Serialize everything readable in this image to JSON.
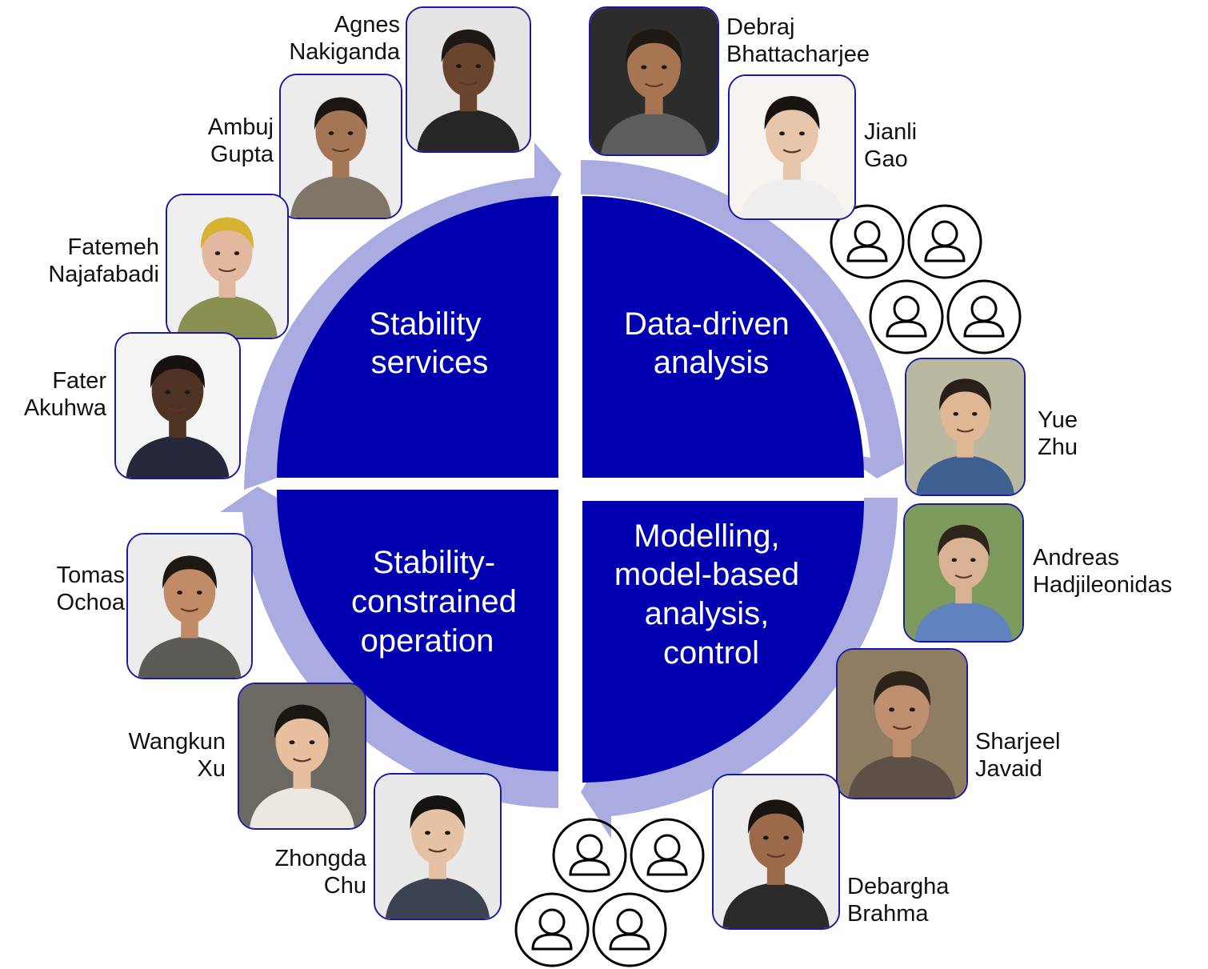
{
  "quadrants": {
    "top_left": [
      "Stability",
      "services"
    ],
    "top_right": [
      "Data-driven",
      "analysis"
    ],
    "bottom_right": [
      "Modelling,",
      "model-based",
      "analysis,",
      "control"
    ],
    "bottom_left": [
      "Stability-",
      "constrained",
      "operation"
    ]
  },
  "people": [
    {
      "first": "Agnes",
      "last": "Nakiganda",
      "skin": "#6b4430",
      "hair": "#1e1713",
      "shirt": "#262626",
      "bg": "#e4e4e4"
    },
    {
      "first": "Debraj",
      "last": "Bhattacharjee",
      "skin": "#a87552",
      "hair": "#201812",
      "shirt": "#5d5d5d",
      "bg": "#2c2c2c"
    },
    {
      "first": "Jianli",
      "last": "Gao",
      "skin": "#e8c6ab",
      "hair": "#161310",
      "shirt": "#efefef",
      "bg": "#f6f3f0"
    },
    {
      "first": "Ambuj",
      "last": "Gupta",
      "skin": "#a57655",
      "hair": "#1c1612",
      "shirt": "#7f7668",
      "bg": "#ececec"
    },
    {
      "first": "Fatemeh",
      "last": "Najafabadi",
      "skin": "#e2b99e",
      "hair": "#d6b330",
      "shirt": "#8a8f52",
      "bg": "#efefef"
    },
    {
      "first": "Fater",
      "last": "Akuhwa",
      "skin": "#4f3322",
      "hair": "#161110",
      "shirt": "#24283a",
      "bg": "#f4f4f4"
    },
    {
      "first": "Yue",
      "last": "Zhu",
      "skin": "#e0b795",
      "hair": "#2a1f18",
      "shirt": "#3f5f91",
      "bg": "#b9b8a0"
    },
    {
      "first": "Andreas",
      "last": "Hadjileonidas",
      "skin": "#d8b293",
      "hair": "#2e241c",
      "shirt": "#5f83bf",
      "bg": "#7c9a5b"
    },
    {
      "first": "Sharjeel",
      "last": "Javaid",
      "skin": "#bf9070",
      "hair": "#2e231b",
      "shirt": "#5d5044",
      "bg": "#8e7d62"
    },
    {
      "first": "Tomas",
      "last": "Ochoa",
      "skin": "#c08b66",
      "hair": "#1e1712",
      "shirt": "#5c5a55",
      "bg": "#ececec"
    },
    {
      "first": "Wangkun",
      "last": "Xu",
      "skin": "#e7bf9e",
      "hair": "#1b1612",
      "shirt": "#ece7df",
      "bg": "#6c6862"
    },
    {
      "first": "Zhongda",
      "last": "Chu",
      "skin": "#e5c2a4",
      "hair": "#151210",
      "shirt": "#3b4252",
      "bg": "#e9e9e9"
    },
    {
      "first": "Debargha",
      "last": "Brahma",
      "skin": "#9c6a4a",
      "hair": "#1a1411",
      "shirt": "#2a2a2a",
      "bg": "#ececec"
    }
  ],
  "colors": {
    "quadrant": "#0000b0",
    "arrow": "#a9abe1",
    "photo_border": "#1a1aa0",
    "user_icon": "#000000"
  },
  "icons": {
    "placeholder": "user-circle-icon"
  }
}
